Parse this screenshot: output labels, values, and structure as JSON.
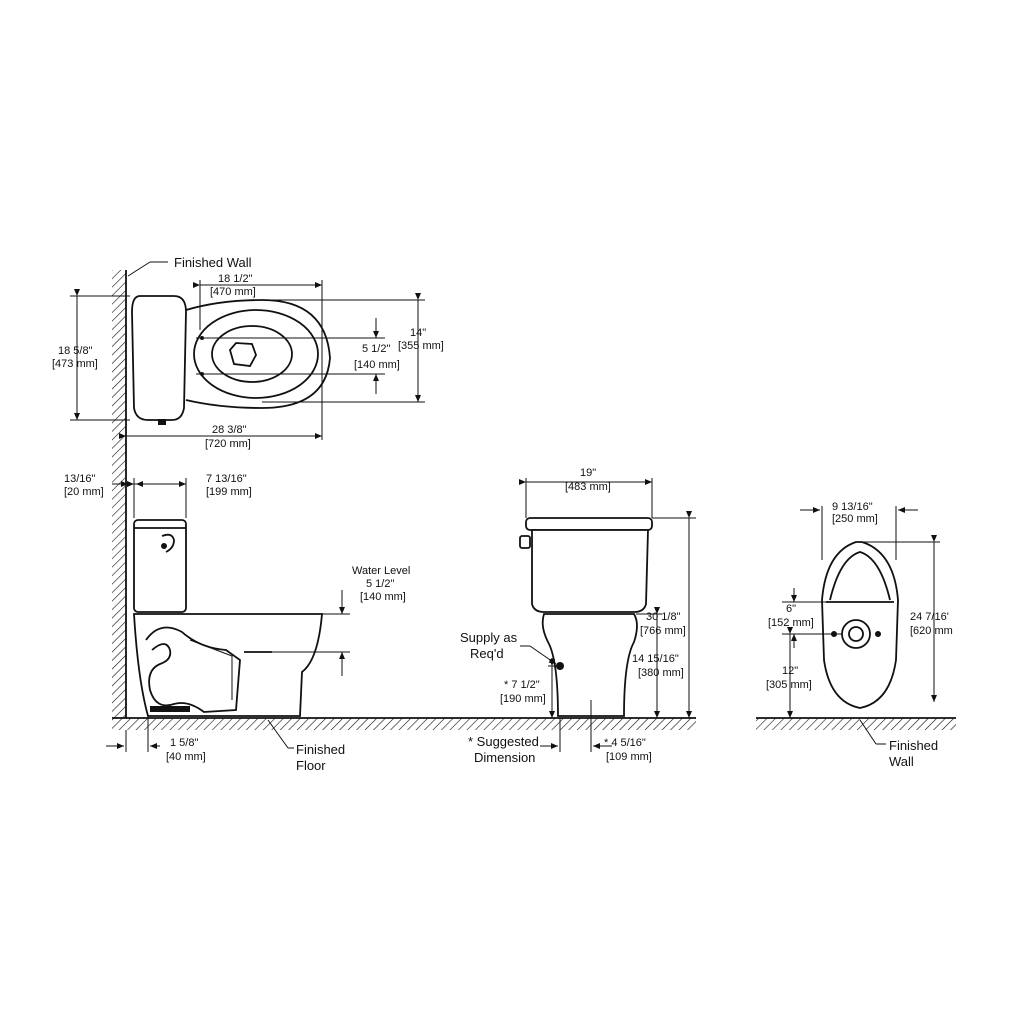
{
  "labels": {
    "finished_wall_top": "Finished Wall",
    "top_18_1_2": "18 1/2\"",
    "top_470": "[470 mm]",
    "left_18_5_8": "18 5/8\"",
    "left_473": "[473 mm]",
    "right_14": "14\"",
    "right_355": "[355 mm]",
    "mid_5_1_2": "5 1/2\"",
    "mid_140": "[140 mm]",
    "bottom_28_3_8": "28 3/8\"",
    "bottom_720": "[720 mm]",
    "side_13_16": "13/16\"",
    "side_20": "[20 mm]",
    "side_7_13_16": "7 13/16\"",
    "side_199": "[199 mm]",
    "water_level": "Water Level",
    "water_5_1_2": "5 1/2\"",
    "water_140": "[140 mm]",
    "floor_1_5_8": "1 5/8\"",
    "floor_40": "[40 mm]",
    "finished_floor_1": "Finished",
    "finished_floor_2": "Floor",
    "front_19": "19\"",
    "front_483": "[483 mm]",
    "supply_1": "Supply as",
    "supply_2": "Req'd",
    "front_7_1_2": "* 7 1/2\"",
    "front_190": "[190 mm]",
    "front_30_1_8": "30 1/8\"",
    "front_766": "[766 mm]",
    "front_14_15_16": "14 15/16\"",
    "front_380": "[380 mm]",
    "suggested_1": "* Suggested",
    "suggested_2": "Dimension",
    "front_4_5_16": "* 4 5/16\"",
    "front_109": "[109 mm]",
    "back_9_13_16": "9 13/16\"",
    "back_250": "[250 mm]",
    "back_6": "6\"",
    "back_152": "[152 mm]",
    "back_24_7_16": "24 7/16'",
    "back_620": "[620 mm",
    "back_12": "12\"",
    "back_305": "[305 mm]",
    "finished_wall_br_1": "Finished",
    "finished_wall_br_2": "Wall"
  }
}
